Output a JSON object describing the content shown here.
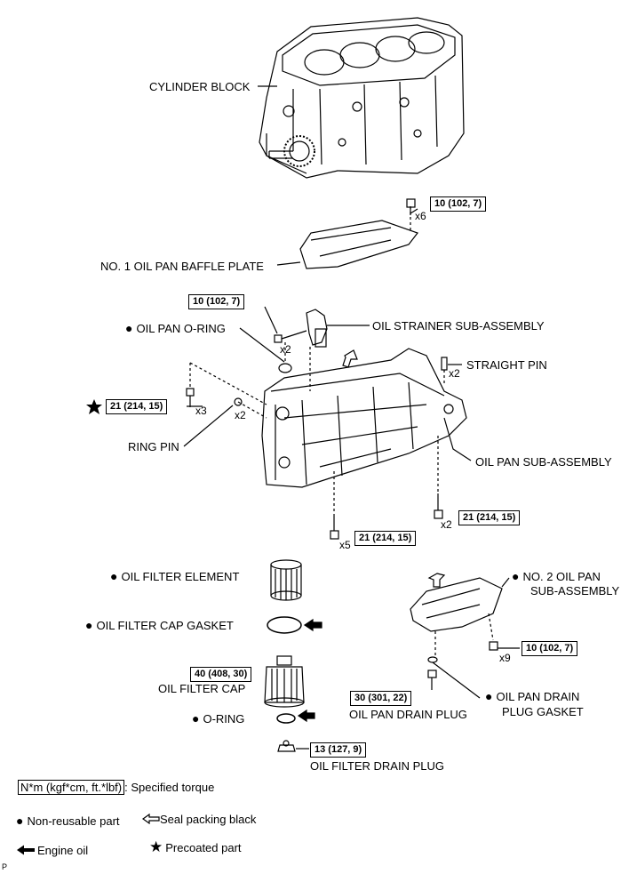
{
  "labels": {
    "cylinder_block": "CYLINDER BLOCK",
    "baffle_plate": "NO. 1 OIL PAN BAFFLE PLATE",
    "oil_pan_oring": "OIL PAN O-RING",
    "oil_strainer": "OIL STRAINER SUB-ASSEMBLY",
    "straight_pin": "STRAIGHT PIN",
    "ring_pin": "RING PIN",
    "oil_pan_sub": "OIL PAN SUB-ASSEMBLY",
    "oil_filter_element": "OIL FILTER ELEMENT",
    "oil_filter_cap_gasket": "OIL FILTER CAP GASKET",
    "oil_filter_cap": "OIL FILTER CAP",
    "oring": "O-RING",
    "oil_filter_drain_plug": "OIL FILTER DRAIN PLUG",
    "no2_oil_pan_line1": "NO. 2 OIL PAN",
    "no2_oil_pan_line2": "SUB-ASSEMBLY",
    "drain_plug_gasket_line1": "OIL PAN DRAIN",
    "drain_plug_gasket_line2": "PLUG GASKET",
    "oil_pan_drain_plug": "OIL PAN DRAIN PLUG"
  },
  "torques": {
    "baffle_bolt": "10 (102, 7)",
    "strainer_bolt": "10 (102, 7)",
    "pan_bolt_star": "21 (214, 15)",
    "pan_bolt_lower": "21 (214, 15)",
    "pan_bolt_right": "21 (214, 15)",
    "no2_pan_bolt": "10 (102, 7)",
    "filter_cap": "40 (408, 30)",
    "drain_plug": "30 (301, 22)",
    "filter_drain_plug": "13 (127,  9)"
  },
  "quantities": {
    "baffle_bolt": "x6",
    "strainer_bolt": "x2",
    "straight_pin": "x2",
    "star_bolt": "x3",
    "ring_pin": "x2",
    "lower_bolt": "x5",
    "right_bolt": "x2",
    "no2_pan_bolt": "x9"
  },
  "legend": {
    "torque_key": "N*m (kgf*cm, ft.*lbf)",
    "torque_desc": ": Specified torque",
    "non_reusable": "Non-reusable part",
    "seal_packing": "Seal packing black",
    "engine_oil": "Engine oil",
    "precoated": "Precoated part"
  },
  "corner_mark": "P"
}
